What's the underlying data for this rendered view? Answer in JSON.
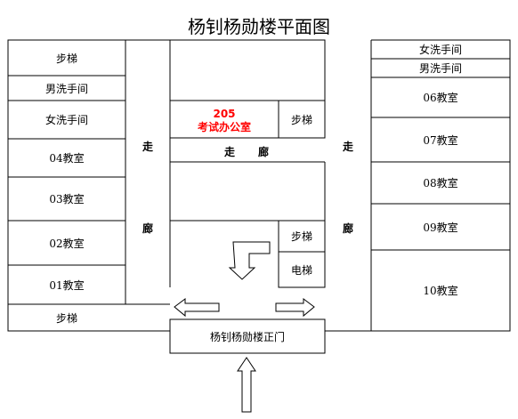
{
  "title": "杨钊杨勋楼平面图",
  "left_wing": {
    "stairs_top": "步梯",
    "mens_restroom": "男洗手间",
    "womens_restroom": "女洗手间",
    "room_04": "04教室",
    "room_03": "03教室",
    "room_02": "02教室",
    "room_01": "01教室",
    "stairs_bottom": "步梯"
  },
  "center": {
    "office_number": "205",
    "office_name": "考试办公室",
    "stairs_upper": "步梯",
    "stairs_lower": "步梯",
    "elevator": "电梯",
    "main_entrance": "杨钊杨勋楼正门"
  },
  "right_wing": {
    "womens_restroom": "女洗手间",
    "mens_restroom": "男洗手间",
    "room_06": "06教室",
    "room_07": "07教室",
    "room_08": "08教室",
    "room_09": "09教室",
    "room_10": "10教室"
  },
  "corridors": {
    "left_upper": "走",
    "left_lower": "廊",
    "center_left": "走",
    "center_right": "廊",
    "right_upper": "走",
    "right_lower": "廊"
  },
  "colors": {
    "office_highlight": "#ff0000",
    "lines": "#000000"
  }
}
